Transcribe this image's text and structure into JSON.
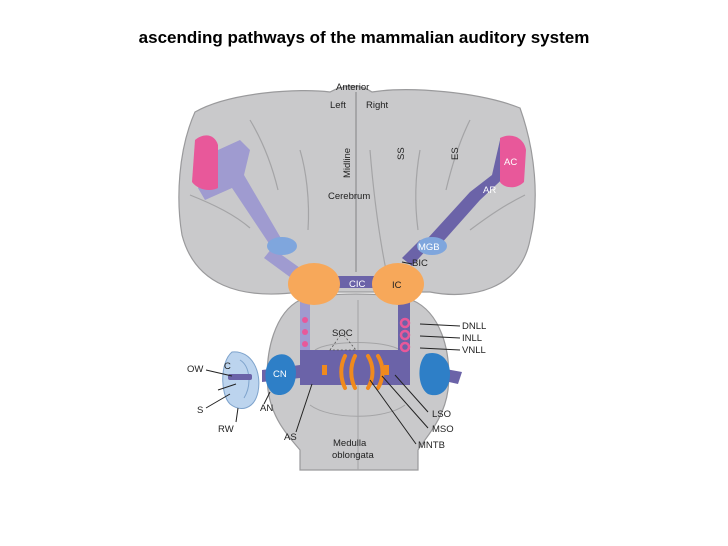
{
  "title": "ascending pathways of the mammalian auditory system",
  "labels": {
    "anterior": "Anterior",
    "left": "Left",
    "right": "Right",
    "midline": "Midline",
    "ss_center": "SS",
    "es": "ES",
    "cerebrum": "Cerebrum",
    "ac": "AC",
    "ar": "AR",
    "mgb": "MGB",
    "bic": "BIC",
    "cic": "CIC",
    "ic": "IC",
    "soc": "SOC",
    "dnll": "DNLL",
    "inll": "INLL",
    "vnll": "VNLL",
    "ow": "OW",
    "c": "C",
    "cn": "CN",
    "an": "AN",
    "s": "S",
    "rw": "RW",
    "as": "AS",
    "lso": "LSO",
    "mso": "MSO",
    "mntb": "MNTB",
    "medulla_1": "Medulla",
    "medulla_2": "oblongata"
  },
  "colors": {
    "brain": "#c9c9cb",
    "brain_outline": "#9a9a9c",
    "pathway_light": "#9f9bd0",
    "pathway_dark": "#6b63a8",
    "cortex_pink": "#e8589a",
    "colliculus_orange": "#f7a85a",
    "nucleus_blue": "#2e7fc7",
    "mgb_blue": "#7fa6dd",
    "cochlea": "#bcd4ee",
    "soc_orange": "#f08a1e"
  }
}
